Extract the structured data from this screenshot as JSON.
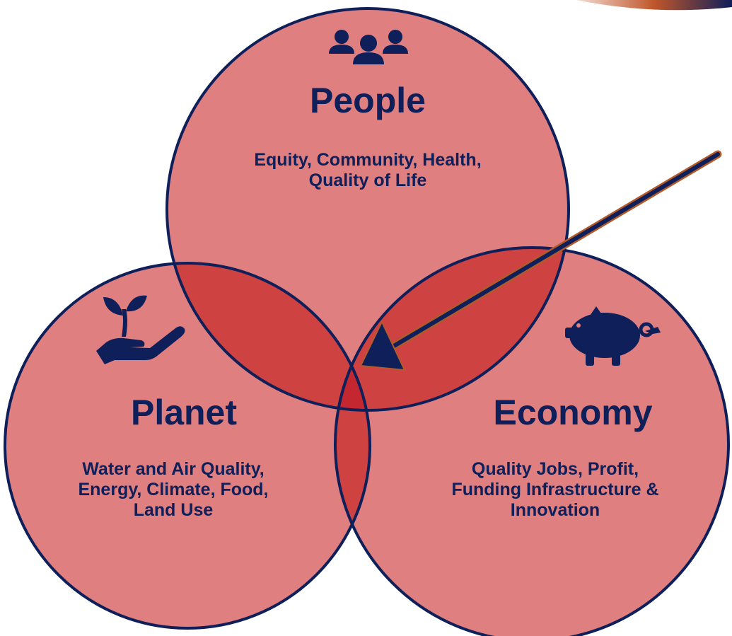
{
  "colors": {
    "circle_fill": "#df7f7f",
    "overlap_fill": "#cf4242",
    "center_fill": "#c42730",
    "stroke": "#0e1f5a",
    "text": "#0e1f5a",
    "arrow_stroke": "#b25a2a"
  },
  "circles": [
    {
      "id": "people",
      "icon": "people-group-icon",
      "title": "People",
      "description": "Equity, Community, Health, Quality of Life"
    },
    {
      "id": "planet",
      "icon": "hand-sprout-icon",
      "title": "Planet",
      "description": "Water and Air Quality, Energy, Climate, Food, Land Use"
    },
    {
      "id": "economy",
      "icon": "piggy-bank-icon",
      "title": "Economy",
      "description": "Quality Jobs, Profit, Funding Infrastructure & Innovation"
    }
  ]
}
